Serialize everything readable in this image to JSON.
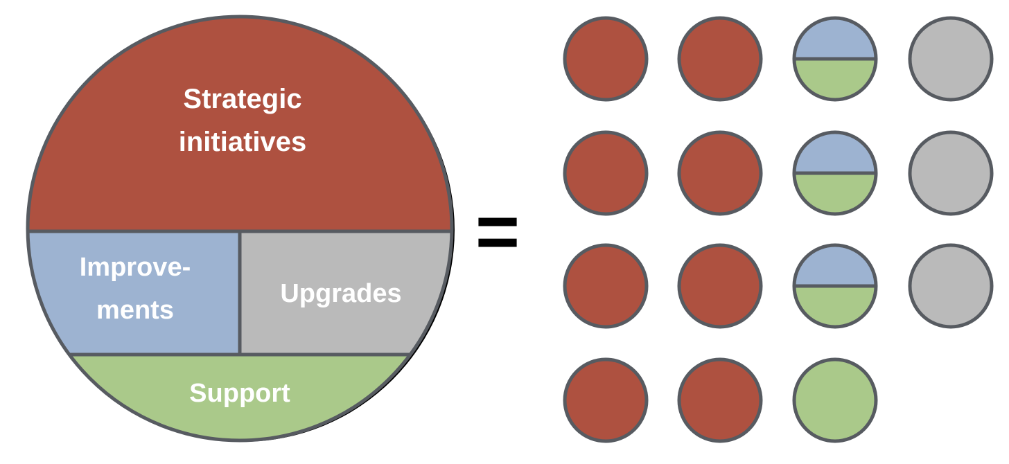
{
  "colors": {
    "strategic": "#ae5140",
    "improvements": "#9db3d1",
    "upgrades": "#bababa",
    "support": "#aac98a",
    "outline": "#575b61",
    "equals": "#000000"
  },
  "big_circle": {
    "strategic": [
      "Strategic",
      "initiatives"
    ],
    "improvements": [
      "Improve-",
      "ments"
    ],
    "upgrades": [
      "Upgrades"
    ],
    "support": [
      "Support"
    ]
  },
  "equals_sign": "=",
  "grid": {
    "rows": [
      [
        "strategic",
        "strategic",
        "improvements-support",
        "upgrades"
      ],
      [
        "strategic",
        "strategic",
        "improvements-support",
        "upgrades"
      ],
      [
        "strategic",
        "strategic",
        "improvements-support",
        "upgrades"
      ],
      [
        "strategic",
        "strategic",
        "support"
      ]
    ]
  }
}
